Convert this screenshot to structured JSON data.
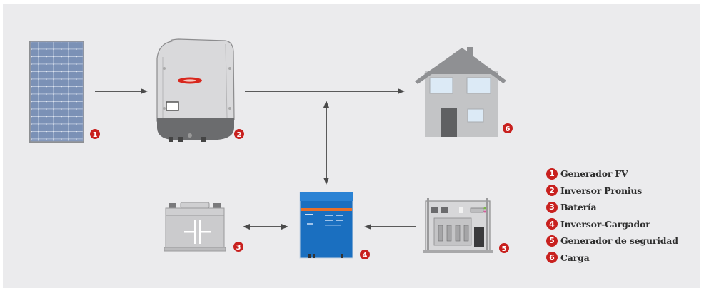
{
  "diagram": {
    "title": "Sistema FV con respaldo de batería y generador",
    "components": [
      {
        "id": 1,
        "name": "Generador FV",
        "icon": "solar-panel-icon"
      },
      {
        "id": 2,
        "name": "Inversor Pronius",
        "icon": "inverter-icon"
      },
      {
        "id": 3,
        "name": "Batería",
        "icon": "battery-icon"
      },
      {
        "id": 4,
        "name": "Inversor-Cargador",
        "icon": "inverter-charger-icon"
      },
      {
        "id": 5,
        "name": "Generador de seguridad",
        "icon": "backup-generator-icon"
      },
      {
        "id": 6,
        "name": "Carga",
        "icon": "house-icon"
      }
    ],
    "connections": [
      {
        "from": 1,
        "to": 2,
        "direction": "one-way"
      },
      {
        "from": 2,
        "to": 6,
        "direction": "one-way"
      },
      {
        "from": 4,
        "to": "2-6 line",
        "direction": "two-way"
      },
      {
        "from": 4,
        "to": 3,
        "direction": "two-way"
      },
      {
        "from": 5,
        "to": 4,
        "direction": "one-way"
      }
    ],
    "badges": [
      "1",
      "2",
      "3",
      "4",
      "5",
      "6"
    ]
  },
  "legend": {
    "items": [
      {
        "num": "1",
        "label": "Generador FV"
      },
      {
        "num": "2",
        "label": "Inversor Pronius"
      },
      {
        "num": "3",
        "label": "Batería"
      },
      {
        "num": "4",
        "label": "Inversor-Cargador"
      },
      {
        "num": "5",
        "label": "Generador de seguridad"
      },
      {
        "num": "6",
        "label": "Carga"
      }
    ]
  },
  "colors": {
    "background": "#ebebed",
    "badge": "#c8201e",
    "arrow": "#5a5a5a",
    "solar_panel": "#7e93b8",
    "inverter_charger": "#1a6fc0",
    "inverter_charger_stripe": "#e8702a",
    "house_wall": "#c3c4c6",
    "house_roof": "#8f9093",
    "window": "#dceaf6",
    "door": "#5f6062"
  }
}
